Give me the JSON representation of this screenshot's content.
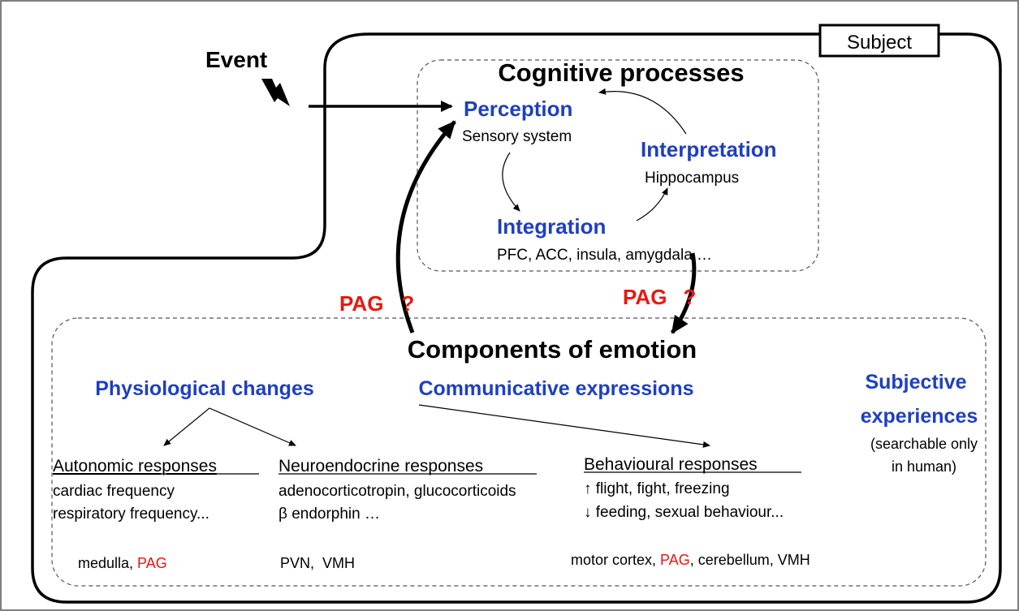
{
  "subject_label": "Subject",
  "event": {
    "label": "Event",
    "icon": "lightning-bolt-icon"
  },
  "cognitive": {
    "title": "Cognitive processes",
    "perception": {
      "label": "Perception",
      "sub": "Sensory system"
    },
    "interpretation": {
      "label": "Interpretation",
      "sub": "Hippocampus"
    },
    "integration": {
      "label": "Integration",
      "sub": "PFC, ACC, insula, amygdala …"
    }
  },
  "pag": {
    "left_label": "PAG",
    "right_label": "PAG",
    "question_mark": "?"
  },
  "emotion": {
    "title": "Components of emotion",
    "physiological": "Physiological changes",
    "communicative": "Communicative expressions",
    "subjective_line1": "Subjective",
    "subjective_line2": "experiences",
    "subjective_note1": "(searchable only",
    "subjective_note2": "in human)",
    "autonomic": {
      "title": "Autonomic responses",
      "line1": "cardiac frequency",
      "line2": "respiratory frequency...",
      "regions_a": "medulla, ",
      "regions_pag": "PAG"
    },
    "neuroendocrine": {
      "title": "Neuroendocrine responses",
      "line1": "adenocorticotropin, glucocorticoids",
      "line2": "β endorphin …",
      "regions": "PVN,  VMH"
    },
    "behavioural": {
      "title": "Behavioural responses",
      "line1": "↑ flight, fight, freezing",
      "line2": "↓ feeding, sexual behaviour...",
      "regions_a": "motor cortex, ",
      "regions_pag": "PAG",
      "regions_b": ", cerebellum, VMH"
    }
  },
  "colors": {
    "blue": "#1f3fbf",
    "red": "#e8170f",
    "black": "#000000"
  }
}
